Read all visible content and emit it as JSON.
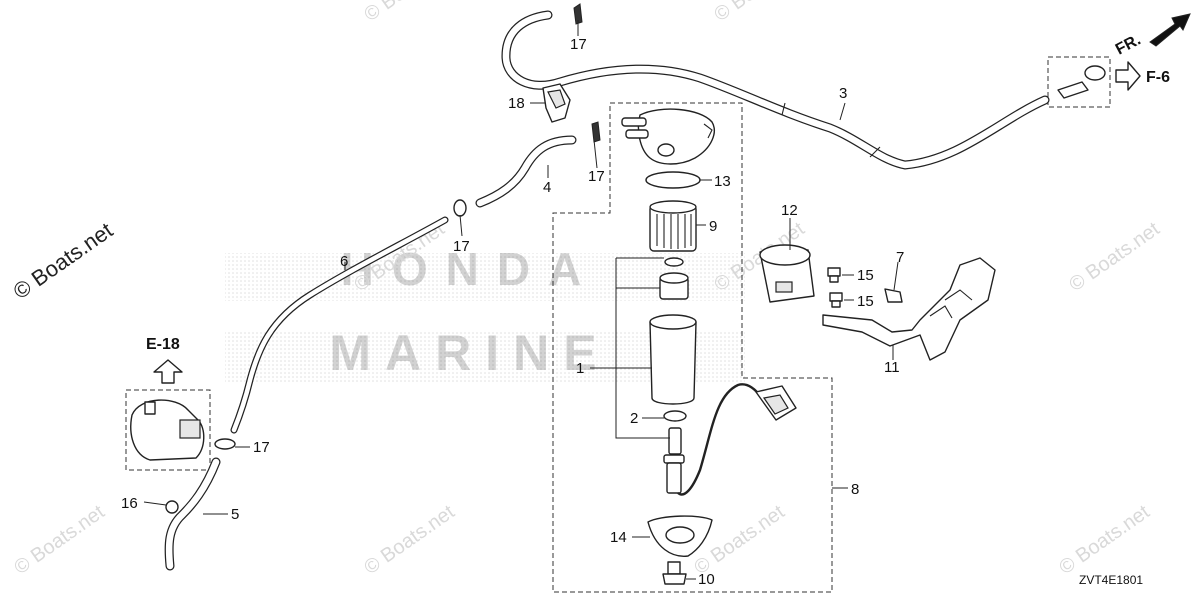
{
  "diagram": {
    "part_numbers": {
      "p1": "1",
      "p2": "2",
      "p3": "3",
      "p4": "4",
      "p5": "5",
      "p6": "6",
      "p7": "7",
      "p8": "8",
      "p9": "9",
      "p10": "10",
      "p11": "11",
      "p12": "12",
      "p13": "13",
      "p14": "14",
      "p15a": "15",
      "p15b": "15",
      "p16": "16",
      "p17a": "17",
      "p17b": "17",
      "p17c": "17",
      "p17d": "17",
      "p18": "18"
    },
    "references": {
      "front": "FR.",
      "f6": "F-6",
      "e18": "E-18"
    },
    "drawing_code": "ZVT4E1801",
    "watermark": {
      "site": "© Boats.net",
      "brand_line1": "HONDA",
      "brand_line2": "MARINE"
    }
  }
}
